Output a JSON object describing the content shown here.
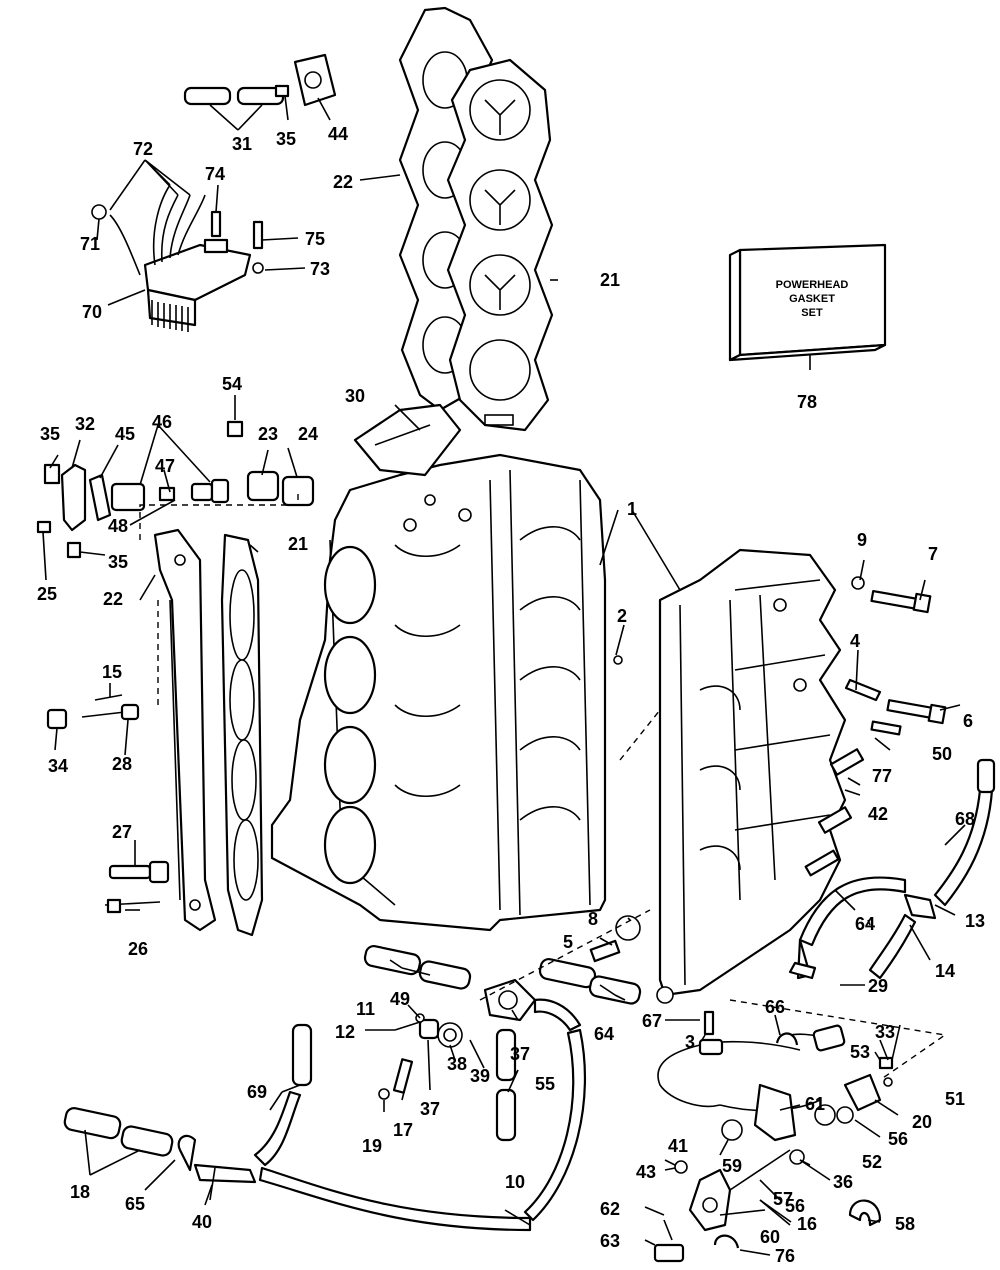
{
  "callouts": [
    "1",
    "2",
    "3",
    "4",
    "5",
    "6",
    "7",
    "8",
    "9",
    "10",
    "11",
    "12",
    "13",
    "14",
    "15",
    "16",
    "17",
    "18",
    "19",
    "20",
    "21",
    "21",
    "22",
    "22",
    "23",
    "24",
    "25",
    "26",
    "27",
    "28",
    "29",
    "30",
    "31",
    "32",
    "33",
    "34",
    "35",
    "35",
    "35",
    "36",
    "37",
    "37",
    "38",
    "39",
    "40",
    "41",
    "42",
    "43",
    "44",
    "45",
    "46",
    "47",
    "48",
    "49",
    "50",
    "51",
    "52",
    "53",
    "54",
    "55",
    "56",
    "56",
    "57",
    "58",
    "59",
    "60",
    "61",
    "62",
    "63",
    "64",
    "64",
    "65",
    "66",
    "67",
    "68",
    "69",
    "70",
    "71",
    "72",
    "73",
    "74",
    "75",
    "76",
    "77",
    "78"
  ],
  "gasket_box": {
    "line1": "POWERHEAD",
    "line2": "GASKET",
    "line3": "SET"
  },
  "colors": {
    "ink": "#000000",
    "paper": "#ffffff"
  }
}
